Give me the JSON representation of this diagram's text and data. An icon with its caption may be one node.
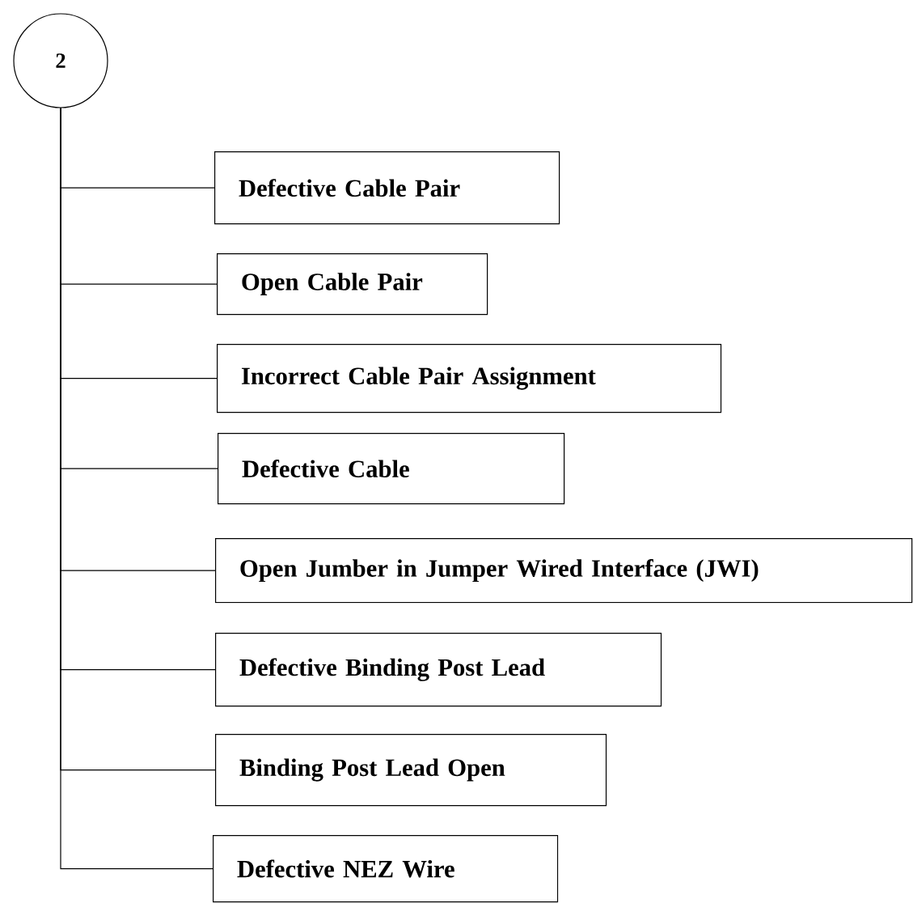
{
  "diagram": {
    "nodes": [
      {
        "text": [
          "2"
        ]
      },
      {
        "text": [
          "Defective Cable Pair"
        ]
      },
      {
        "text": [
          "Open Cable Pair"
        ]
      },
      {
        "text": [
          "Incorrect Cable Pair Assignment"
        ]
      },
      {
        "text": [
          "Defective Cable"
        ]
      },
      {
        "text": [
          "Open Jumber in Jumper Wired Interface (JWI)"
        ]
      },
      {
        "text": [
          "Defective Binding Post Lead"
        ]
      },
      {
        "text": [
          "Binding Post Lead Open"
        ]
      },
      {
        "text": [
          "Defective NEZ Wire"
        ]
      }
    ],
    "edges": [
      {
        "from": 0,
        "to": 1,
        "arrow": "none"
      },
      {
        "from": 0,
        "to": 2,
        "arrow": "none"
      },
      {
        "from": 0,
        "to": 3,
        "arrow": "none"
      },
      {
        "from": 0,
        "to": 4,
        "arrow": "none"
      },
      {
        "from": 0,
        "to": 5,
        "arrow": "none"
      },
      {
        "from": 0,
        "to": 6,
        "arrow": "none"
      },
      {
        "from": 0,
        "to": 7,
        "arrow": "none"
      },
      {
        "from": 0,
        "to": 8,
        "arrow": "none"
      }
    ]
  }
}
